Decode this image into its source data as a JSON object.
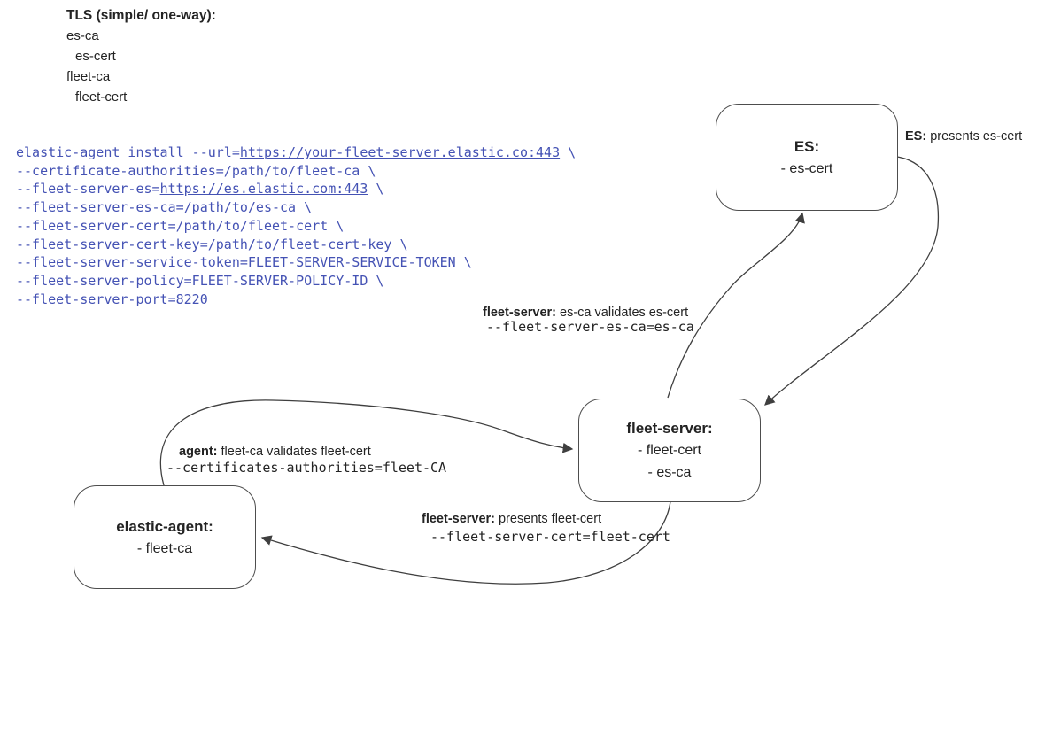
{
  "colors": {
    "code_text": "#4452b4",
    "line_stroke": "#3f3f3f",
    "box_border": "#4d4d4d",
    "text": "#232323",
    "background": "#ffffff"
  },
  "legend": {
    "title": "TLS (simple/ one-way):",
    "items": [
      "es-ca",
      "es-cert",
      "fleet-ca",
      "fleet-cert"
    ]
  },
  "command": {
    "lines": [
      [
        {
          "t": "elastic-agent install --url="
        },
        {
          "t": "https://your-fleet-server.elastic.co:443",
          "u": true
        },
        {
          "t": " \\"
        }
      ],
      [
        {
          "t": "--certificate-authorities=/path/to/fleet-ca \\"
        }
      ],
      [
        {
          "t": "--fleet-server-es="
        },
        {
          "t": "https://es.elastic.com:443",
          "u": true
        },
        {
          "t": " \\"
        }
      ],
      [
        {
          "t": "--fleet-server-es-ca=/path/to/es-ca \\"
        }
      ],
      [
        {
          "t": "--fleet-server-cert=/path/to/fleet-cert \\"
        }
      ],
      [
        {
          "t": "--fleet-server-cert-key=/path/to/fleet-cert-key \\"
        }
      ],
      [
        {
          "t": "--fleet-server-service-token=FLEET-SERVER-SERVICE-TOKEN \\"
        }
      ],
      [
        {
          "t": "--fleet-server-policy=FLEET-SERVER-POLICY-ID \\"
        }
      ],
      [
        {
          "t": "--fleet-server-port=8220"
        }
      ]
    ]
  },
  "nodes": [
    {
      "id": "es",
      "title": "ES:",
      "items": [
        "- es-cert"
      ]
    },
    {
      "id": "fleet-server",
      "title": "fleet-server:",
      "items": [
        "- fleet-cert",
        "- es-ca"
      ]
    },
    {
      "id": "elastic-agent",
      "title": "elastic-agent:",
      "items": [
        "- fleet-ca"
      ]
    }
  ],
  "edge_labels": [
    {
      "id": "es-presents",
      "bold": "ES:",
      "text": " presents es-cert",
      "mono": ""
    },
    {
      "id": "fleet-server-validates",
      "bold": "fleet-server:",
      "text": " es-ca validates es-cert",
      "mono": "--fleet-server-es-ca=es-ca"
    },
    {
      "id": "agent-validates",
      "bold": "agent:",
      "text": " fleet-ca validates fleet-cert",
      "mono": "--certificates-authorities=fleet-CA"
    },
    {
      "id": "fleet-server-presents",
      "bold": "fleet-server:",
      "text": " presents fleet-cert",
      "mono": "--fleet-server-cert=fleet-cert"
    }
  ]
}
